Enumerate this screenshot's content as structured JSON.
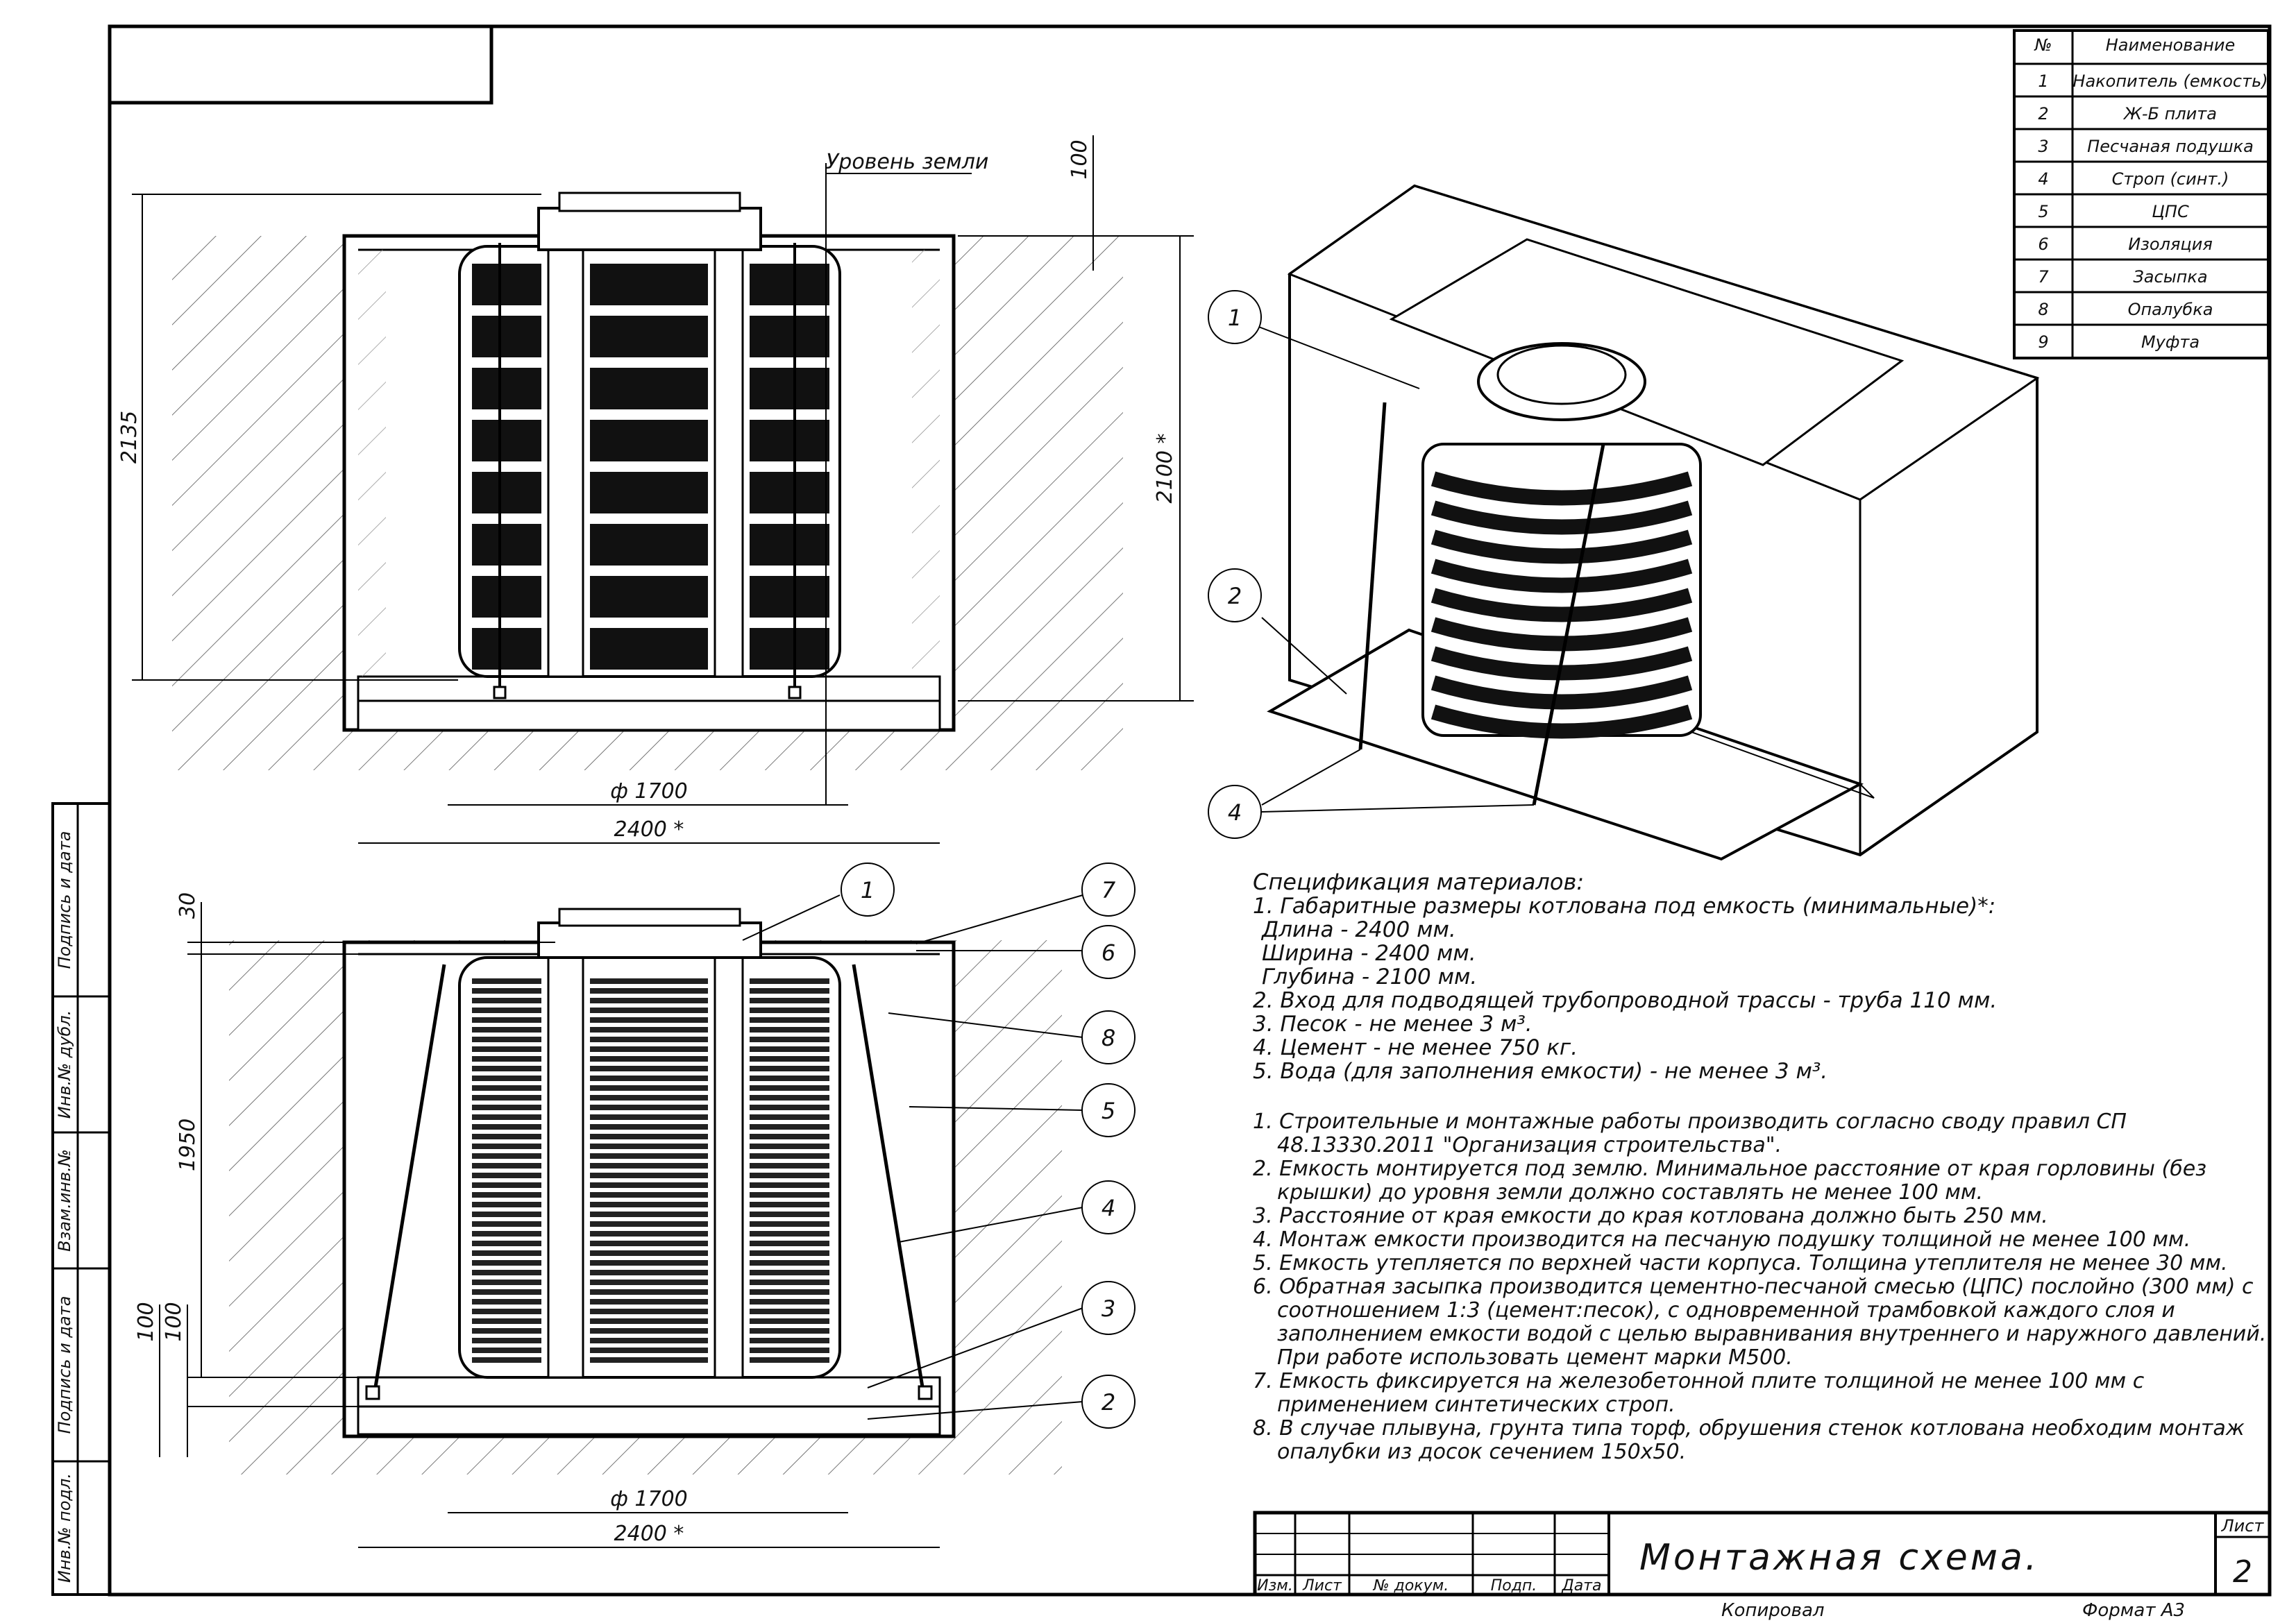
{
  "parts_table": {
    "header": {
      "num": "№",
      "name": "Наименование"
    },
    "rows": [
      {
        "num": "1",
        "name": "Накопитель (емкость)"
      },
      {
        "num": "2",
        "name": "Ж-Б плита"
      },
      {
        "num": "3",
        "name": "Песчаная подушка"
      },
      {
        "num": "4",
        "name": "Строп (синт.)"
      },
      {
        "num": "5",
        "name": "ЦПС"
      },
      {
        "num": "6",
        "name": "Изоляция"
      },
      {
        "num": "7",
        "name": "Засыпка"
      },
      {
        "num": "8",
        "name": "Опалубка"
      },
      {
        "num": "9",
        "name": "Муфта"
      }
    ]
  },
  "top_view": {
    "ground_level": "Уровень земли",
    "dim_100": "100",
    "dim_2135": "2135",
    "dim_2100": "2100 *",
    "dim_diam": "ф 1700",
    "dim_width": "2400 *"
  },
  "bottom_view": {
    "dim_30": "30",
    "dim_1950": "1950",
    "dim_100a": "100",
    "dim_100b": "100",
    "dim_diam": "ф 1700",
    "dim_width": "2400 *"
  },
  "callouts": {
    "iso": [
      "1",
      "2",
      "4"
    ],
    "side": [
      "1",
      "7",
      "6",
      "8",
      "5",
      "4",
      "3",
      "2"
    ]
  },
  "spec": {
    "title": "Спецификация материалов:",
    "lines": [
      "1. Габаритные размеры котлована под емкость (минимальные)*:",
      "Длина - 2400 мм.",
      "Ширина - 2400 мм.",
      "Глубина - 2100 мм.",
      "2. Вход для подводящей трубопроводной трассы - труба 110 мм.",
      "3. Песок - не менее 3 м³.",
      "4. Цемент - не менее 750 кг.",
      "5. Вода (для заполнения емкости) - не менее 3 м³."
    ]
  },
  "notes": {
    "lines": [
      "1. Строительные и монтажные работы производить согласно своду правил СП",
      "48.13330.2011 \"Организация строительства\".",
      "2. Емкость монтируется под землю. Минимальное расстояние от края горловины (без",
      "крышки) до уровня земли должно составлять не менее 100 мм.",
      "3. Расстояние от края емкости до края котлована должно быть 250 мм.",
      "4. Монтаж емкости производится на песчаную подушку толщиной не менее 100 мм.",
      "5. Емкость утепляется по верхней части корпуса. Толщина утеплителя не менее 30 мм.",
      "6. Обратная засыпка производится цементно-песчаной смесью (ЦПС) послойно (300 мм) с",
      "соотношением 1:3 (цемент:песок), с одновременной трамбовкой каждого слоя и",
      "заполнением емкости водой с целью выравнивания внутреннего и наружного давлений.",
      "При работе использовать цемент марки М500.",
      "7. Емкость фиксируется на железобетонной плите толщиной не менее 100 мм с",
      "применением синтетических строп.",
      "8. В случае плывуна, грунта типа торф, обрушения стенок котлована необходим монтаж",
      "опалубки из досок сечением 150х50."
    ]
  },
  "title_block": {
    "title": "Монтажная схема.",
    "sheet_label": "Лист",
    "sheet_num": "2",
    "cols": [
      "Изм.",
      "Лист",
      "№ докум.",
      "Подп.",
      "Дата"
    ],
    "copied": "Копировал",
    "format": "Формат А3"
  },
  "side_stamp": [
    "Подпись и дата",
    "Инв.№ дубл.",
    "Взам.инв.№",
    "Подпись и дата",
    "Инв.№ подл."
  ]
}
